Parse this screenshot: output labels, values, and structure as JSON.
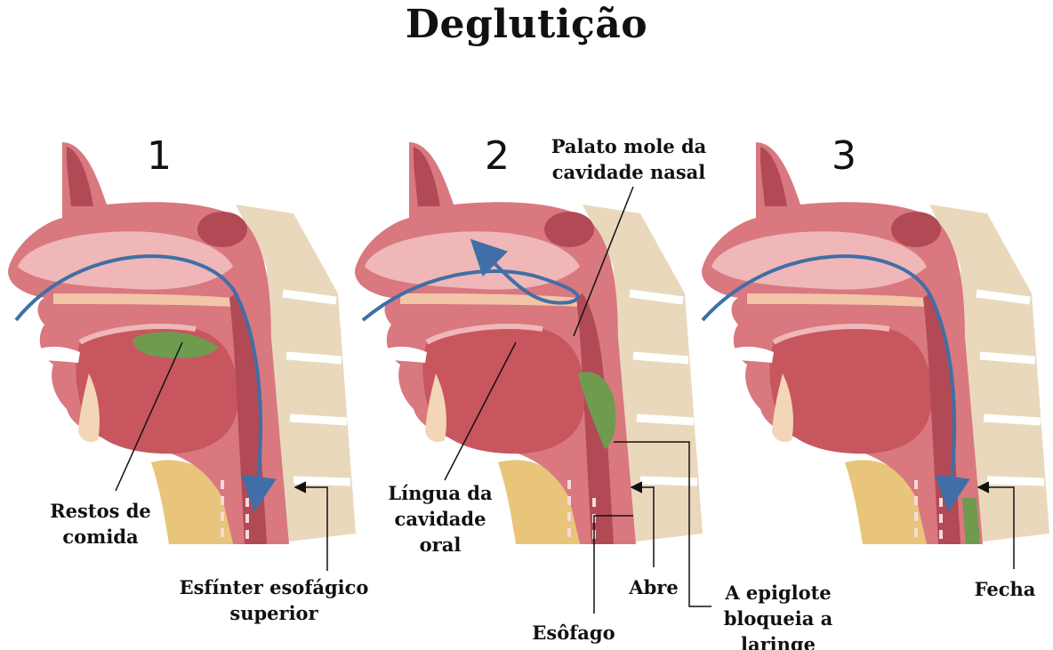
{
  "title": "Deglutição",
  "panels": [
    {
      "number": "1"
    },
    {
      "number": "2"
    },
    {
      "number": "3"
    }
  ],
  "labels": {
    "restos_de_comida": [
      "Restos de",
      "comida"
    ],
    "esfincter": [
      "Esfínter esofágico",
      "superior"
    ],
    "palato_mole": [
      "Palato mole da",
      "cavidade nasal"
    ],
    "lingua": [
      "Língua da",
      "cavidade",
      "oral"
    ],
    "abre": "Abre",
    "esofago": "Esôfago",
    "epiglote": [
      "A epiglote",
      "bloqueia a",
      "laringe"
    ],
    "fecha": "Fecha"
  },
  "colors": {
    "tissue": "#d9787f",
    "tissue_dark": "#b24a55",
    "cavity": "#efb7b7",
    "spine": "#ead8bd",
    "food": "#6f9b4f",
    "arrow": "#3f6fa6"
  }
}
